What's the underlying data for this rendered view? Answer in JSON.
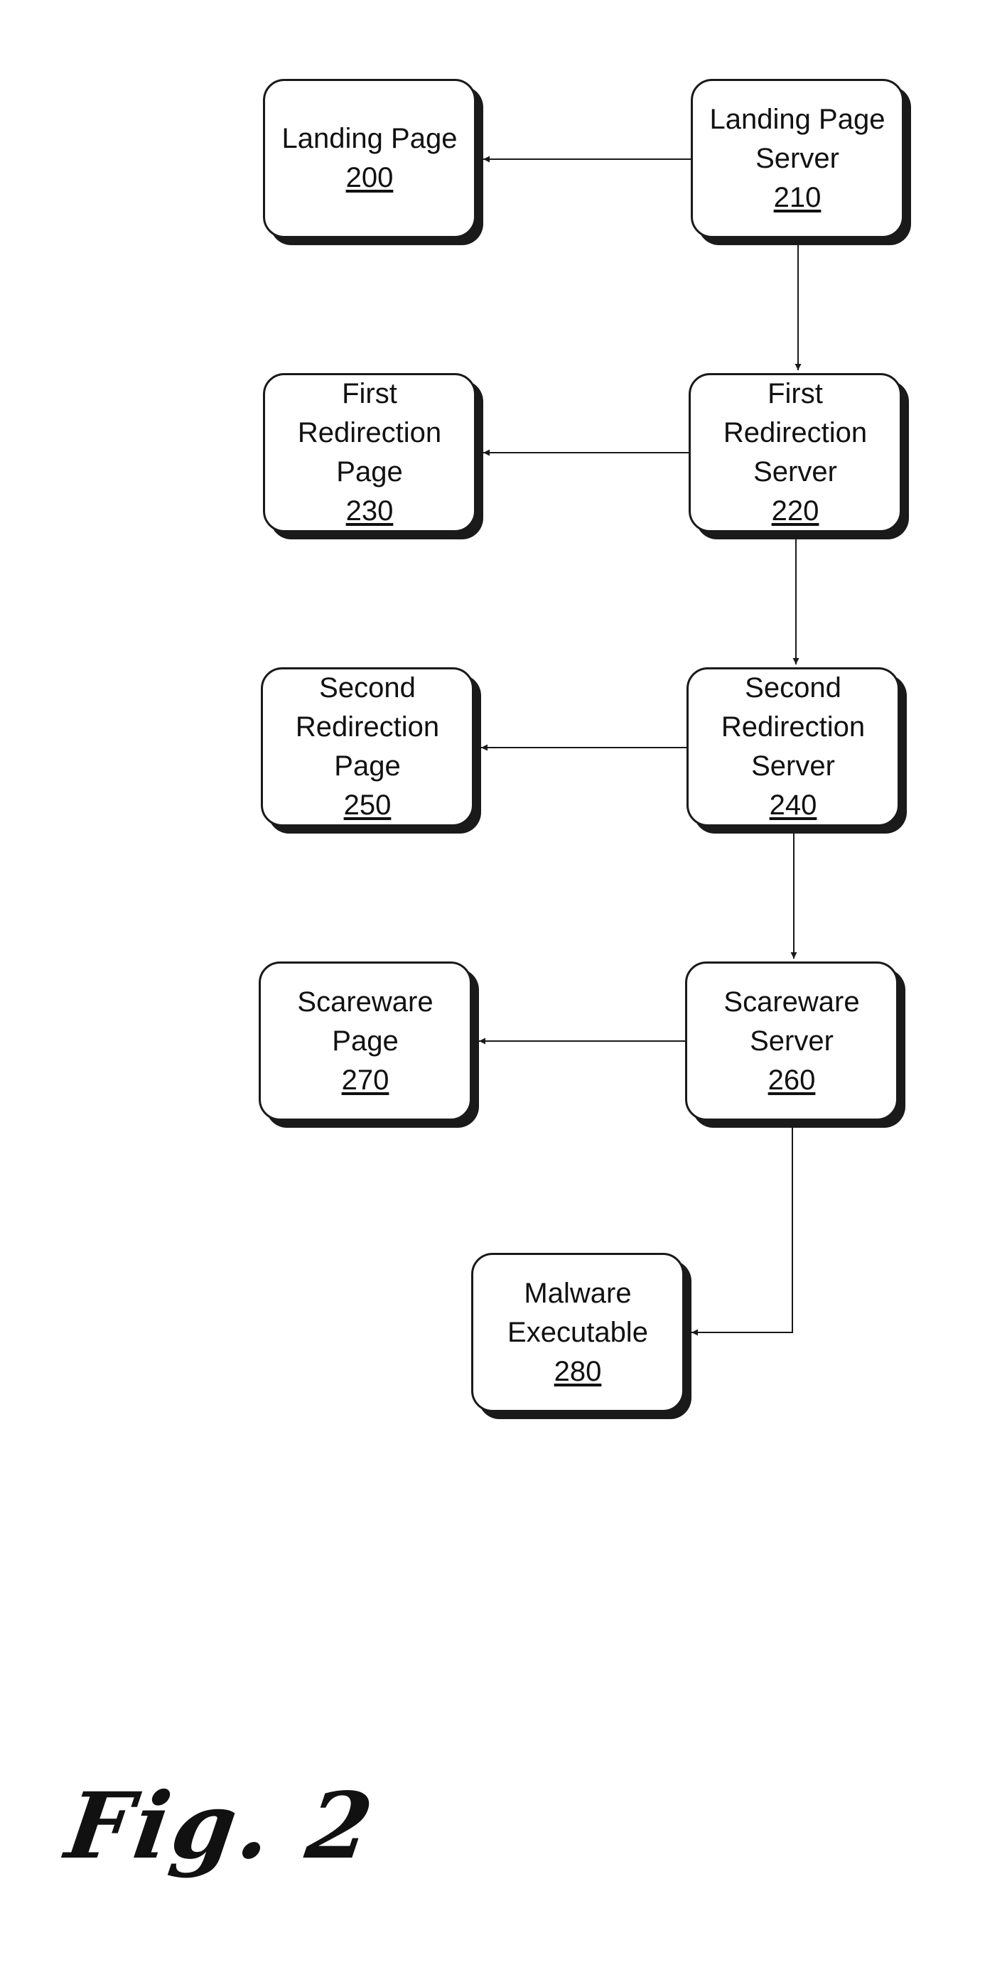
{
  "figure_label": "Fig. 2",
  "nodes": {
    "landing_page": {
      "lines": [
        "Landing Page"
      ],
      "tail": "",
      "ref": "200"
    },
    "landing_page_server": {
      "lines": [
        "Landing Page"
      ],
      "tail": "Server",
      "ref": "210"
    },
    "first_redirection_server": {
      "lines": [
        "First",
        "Redirection"
      ],
      "tail": "Server",
      "ref": "220"
    },
    "first_redirection_page": {
      "lines": [
        "First",
        "Redirection"
      ],
      "tail": "Page",
      "ref": "230"
    },
    "second_redirection_server": {
      "lines": [
        "Second",
        "Redirection"
      ],
      "tail": "Server",
      "ref": "240"
    },
    "second_redirection_page": {
      "lines": [
        "Second",
        "Redirection"
      ],
      "tail": "Page",
      "ref": "250"
    },
    "scareware_server": {
      "lines": [
        "Scareware"
      ],
      "tail": "Server",
      "ref": "260"
    },
    "scareware_page": {
      "lines": [
        "Scareware"
      ],
      "tail": "Page",
      "ref": "270"
    },
    "malware_executable": {
      "lines": [
        "Malware",
        "Executable"
      ],
      "tail": "",
      "ref": "280"
    }
  },
  "edges": [
    {
      "from": "landing_page_server",
      "to": "landing_page"
    },
    {
      "from": "landing_page_server",
      "to": "first_redirection_server"
    },
    {
      "from": "first_redirection_server",
      "to": "first_redirection_page"
    },
    {
      "from": "first_redirection_server",
      "to": "second_redirection_server"
    },
    {
      "from": "second_redirection_server",
      "to": "second_redirection_page"
    },
    {
      "from": "second_redirection_server",
      "to": "scareware_server"
    },
    {
      "from": "scareware_server",
      "to": "scareware_page"
    },
    {
      "from": "scareware_server",
      "to": "malware_executable"
    }
  ]
}
